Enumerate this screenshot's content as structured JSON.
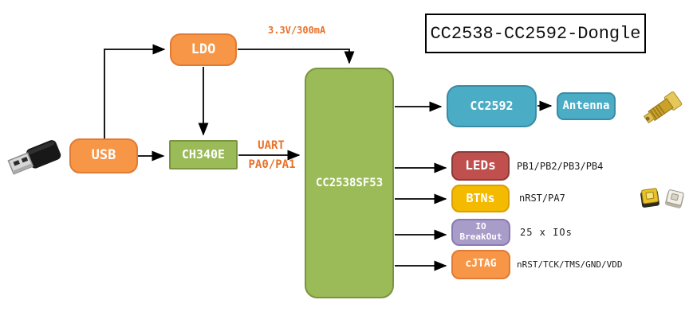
{
  "title": "CC2538-CC2592-Dongle",
  "blocks": {
    "usb": {
      "label": "USB"
    },
    "ldo": {
      "label": "LDO"
    },
    "ch340e": {
      "label": "CH340E"
    },
    "mcu": {
      "label": "CC2538SF53"
    },
    "cc2592": {
      "label": "CC2592"
    },
    "antenna": {
      "label": "Antenna"
    },
    "leds": {
      "label": "LEDs"
    },
    "btns": {
      "label": "BTNs"
    },
    "io_breakout": {
      "line1": "IO",
      "line2": "BreakOut"
    },
    "cjtag": {
      "label": "cJTAG"
    }
  },
  "annotations": {
    "power": "3.3V/300mA",
    "uart": "UART",
    "uart_pins": "PA0/PA1",
    "leds_pins": "PB1/PB2/PB3/PB4",
    "btns_pins": "nRST/PA7",
    "io_count": "25 x IOs",
    "cjtag_pins": "nRST/TCK/TMS/GND/VDD"
  },
  "icons": {
    "usb_plug": "usb-a-plug-photo",
    "sma": "sma-rf-connector-photo",
    "buttons": "tactile-buttons-photo"
  },
  "palette": {
    "orange_fill": "#f79646",
    "orange_border": "#e07b35",
    "green_fill": "#9bbb59",
    "green_border": "#7a953f",
    "teal_fill": "#4bacc6",
    "teal_border": "#3a8ca3",
    "red_fill": "#c0504d",
    "red_border": "#8e3a36",
    "yellow_fill": "#f3ba00",
    "yellow_border": "#d9a000",
    "purple_fill": "#a89cc8",
    "purple_border": "#8a7ab2",
    "annotation_orange": "#e8722a",
    "line_black": "#000000"
  }
}
